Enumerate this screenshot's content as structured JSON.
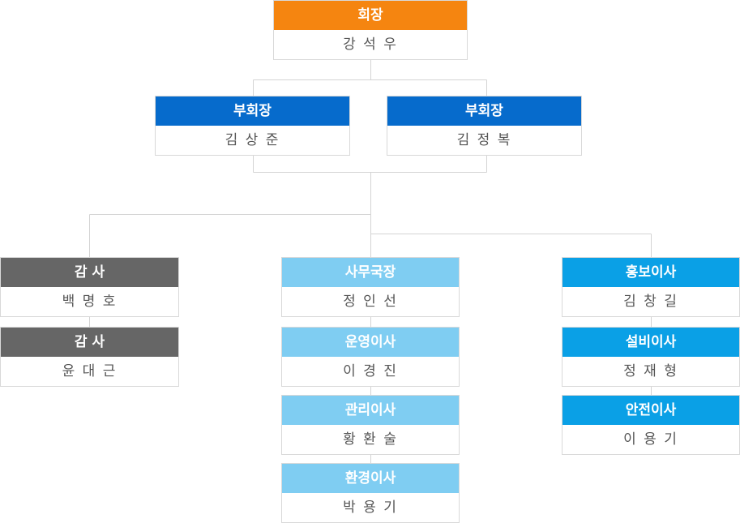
{
  "colors": {
    "orange": "#f58510",
    "blue": "#066bcc",
    "gray": "#666666",
    "lightblue": "#7fcdf2",
    "cyan": "#0aa0e6",
    "line": "#d4d4d4"
  },
  "nodes": [
    {
      "title": "회장",
      "name": "강 석 우",
      "color": "orange"
    },
    {
      "title": "부회장",
      "name": "김 상 준",
      "color": "blue"
    },
    {
      "title": "부회장",
      "name": "김 정 복",
      "color": "blue"
    },
    {
      "title": "감 사",
      "name": "백 명 호",
      "color": "gray"
    },
    {
      "title": "감 사",
      "name": "윤 대 근",
      "color": "gray"
    },
    {
      "title": "사무국장",
      "name": "정 인 선",
      "color": "lightblue"
    },
    {
      "title": "운영이사",
      "name": "이 경 진",
      "color": "lightblue"
    },
    {
      "title": "관리이사",
      "name": "황 환 술",
      "color": "lightblue"
    },
    {
      "title": "환경이사",
      "name": "박 용 기",
      "color": "lightblue"
    },
    {
      "title": "홍보이사",
      "name": "김 창 길",
      "color": "cyan"
    },
    {
      "title": "설비이사",
      "name": "정 재 형",
      "color": "cyan"
    },
    {
      "title": "안전이사",
      "name": "이 용 기",
      "color": "cyan"
    }
  ]
}
